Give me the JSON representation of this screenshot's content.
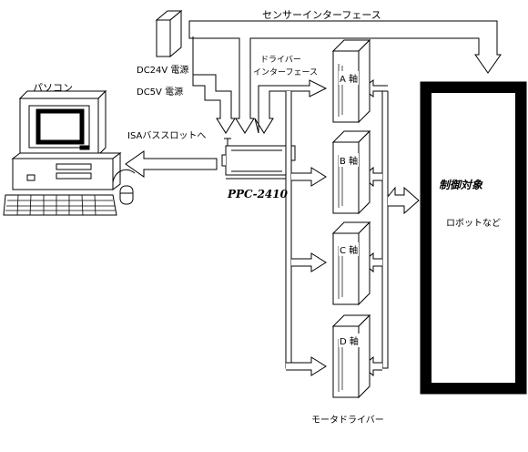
{
  "sensor_interface": "センサーインターフェース",
  "power": {
    "dc24": "DC24V 電源",
    "dc5": "DC5V 電源"
  },
  "pc": {
    "label": "パソコン",
    "isa": "ISAバススロットへ"
  },
  "driver_interface": {
    "line1": "ドライバー",
    "line2": "インターフェース"
  },
  "board": "PPC-2410",
  "axes": [
    "A 軸",
    "B 軸",
    "C 軸",
    "D 軸"
  ],
  "motor_drivers": "モータドライバー",
  "control_target": {
    "title": "制御対象",
    "example": "ロボットなど"
  }
}
